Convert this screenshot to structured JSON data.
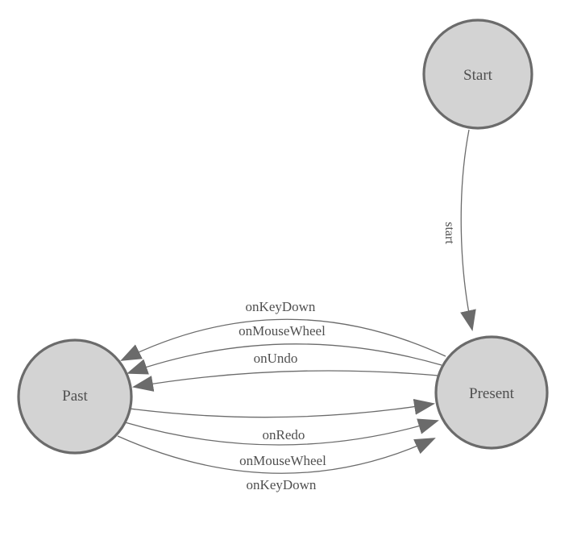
{
  "diagram": {
    "type": "state-machine",
    "nodes": [
      {
        "id": "start",
        "label": "Start"
      },
      {
        "id": "present",
        "label": "Present"
      },
      {
        "id": "past",
        "label": "Past"
      }
    ],
    "edges": [
      {
        "from": "Start",
        "to": "Present",
        "label": "start"
      },
      {
        "from": "Present",
        "to": "Past",
        "label": "onKeyDown"
      },
      {
        "from": "Present",
        "to": "Past",
        "label": "onMouseWheel"
      },
      {
        "from": "Present",
        "to": "Past",
        "label": "onUndo"
      },
      {
        "from": "Past",
        "to": "Present",
        "label": "onRedo"
      },
      {
        "from": "Past",
        "to": "Present",
        "label": "onMouseWheel"
      },
      {
        "from": "Past",
        "to": "Present",
        "label": "onKeyDown"
      }
    ],
    "colors": {
      "node_fill": "#d3d3d3",
      "node_stroke": "#6b6b6b",
      "edge_stroke": "#6b6b6b",
      "arrowhead": "#6b6b6b",
      "label_text": "#4f4f4f",
      "background": "#ffffff"
    }
  }
}
